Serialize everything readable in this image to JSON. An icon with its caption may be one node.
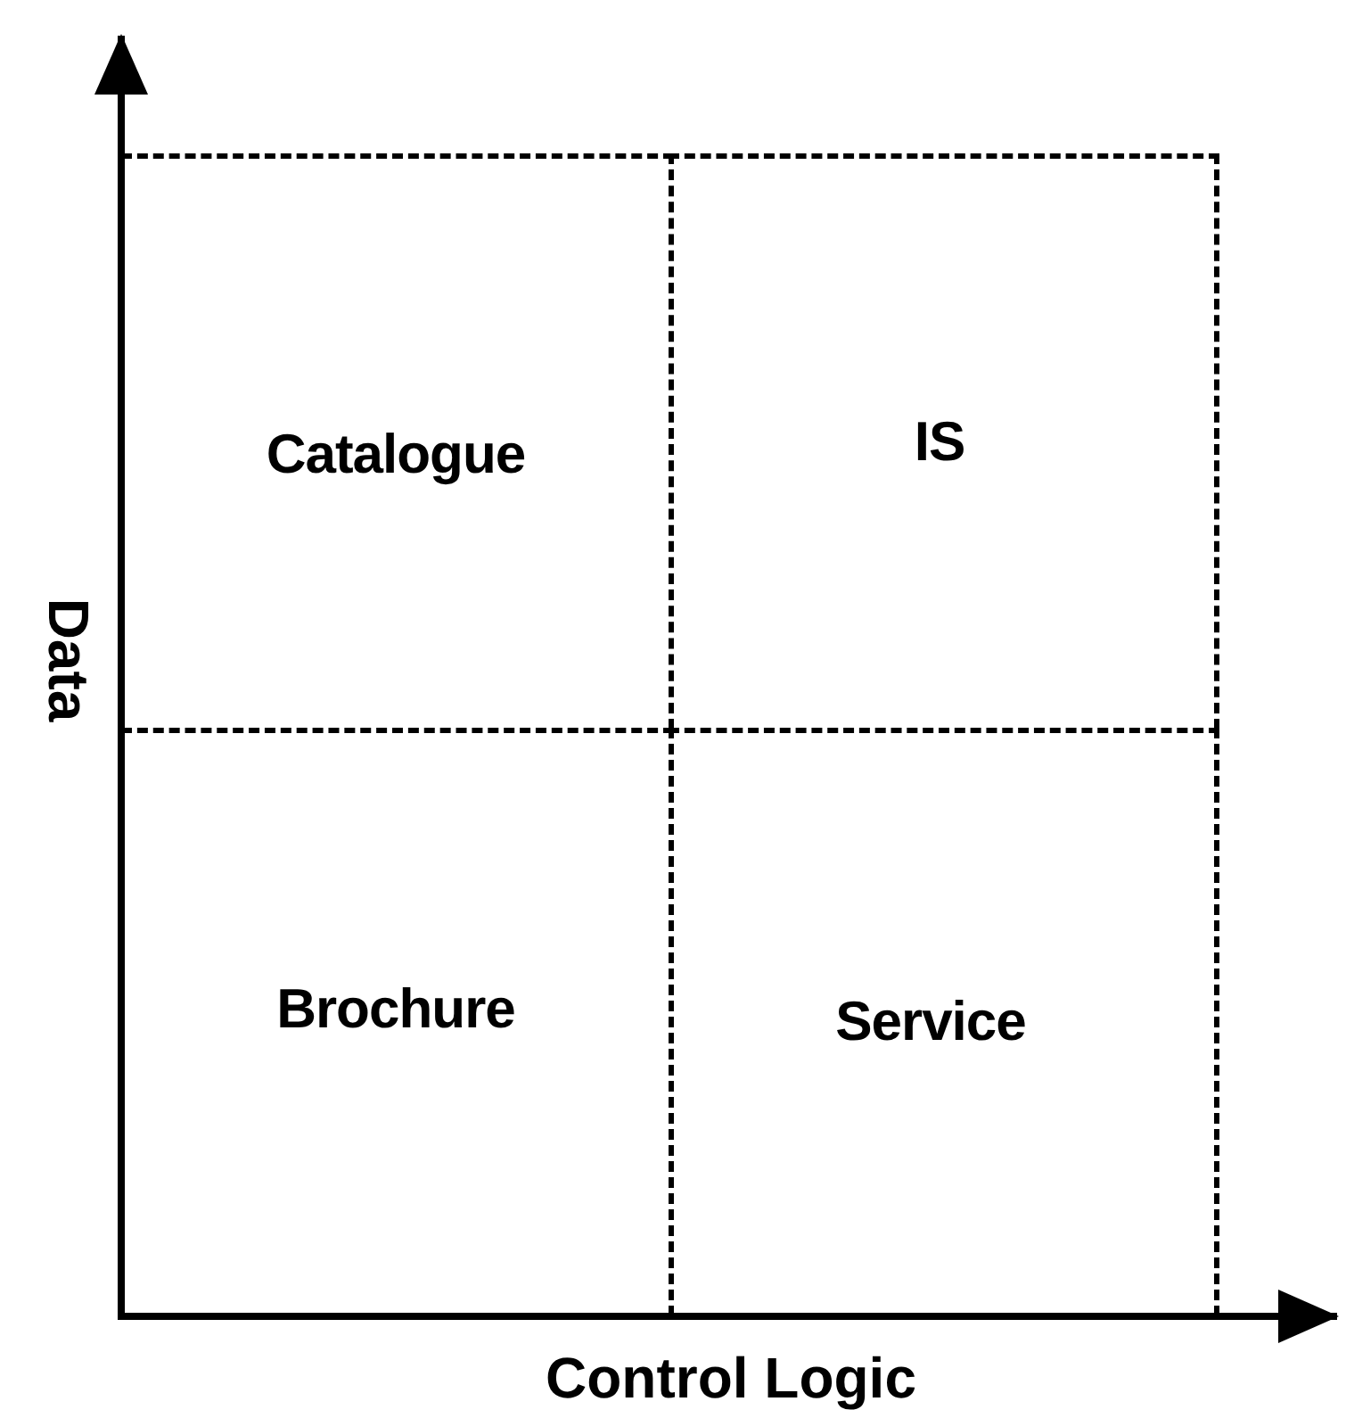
{
  "diagram": {
    "nodes": [
      {
        "text": [
          "Catalogue"
        ]
      },
      {
        "text": [
          "IS"
        ]
      },
      {
        "text": [
          "Brochure"
        ]
      },
      {
        "text": [
          "Service"
        ]
      }
    ],
    "labels": [
      "Data",
      "Control Logic"
    ]
  }
}
